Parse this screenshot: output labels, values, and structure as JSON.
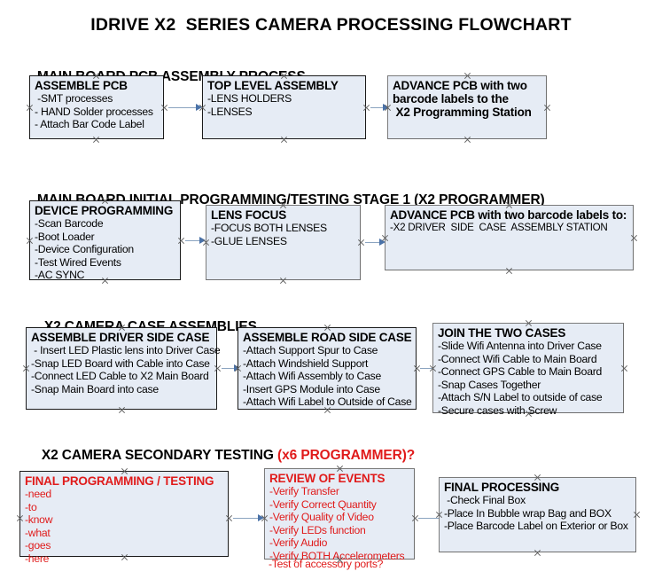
{
  "title": "IDRIVE X2  SERIES CAMERA PROCESSING FLOWCHART",
  "colors": {
    "box_fill": "#e6ecf5",
    "box_border": "#1a1a1a",
    "box_border_grey": "#7b7b7b",
    "arrow": "#8ba4c0",
    "arrow_head": "#4a72a8",
    "text": "#000000",
    "accent_red": "#e01b1b"
  },
  "sections": [
    {
      "heading": "MAIN BOARD PCB ASSEMBLY PROCESS",
      "heading_accent": "",
      "boxes": [
        {
          "title": "ASSEMBLE PCB",
          "lines": [
            " -SMT processes",
            "- HAND Solder processes",
            "- Attach Bar Code Label"
          ]
        },
        {
          "title": "TOP LEVEL ASSEMBLY",
          "lines": [
            "-LENS HOLDERS",
            "-LENSES"
          ]
        },
        {
          "title": "ADVANCE PCB with two",
          "lines": [
            "barcode labels to the",
            " X2 Programming Station"
          ]
        }
      ]
    },
    {
      "heading": "MAIN BOARD INITIAL PROGRAMMING/TESTING STAGE 1 (X2 PROGRAMMER)",
      "heading_accent": "",
      "boxes": [
        {
          "title": "DEVICE PROGRAMMING",
          "lines": [
            "-Scan Barcode",
            "-Boot Loader",
            "-Device Configuration",
            "-Test Wired Events",
            "-AC SYNC"
          ]
        },
        {
          "title": "LENS FOCUS",
          "lines": [
            "-FOCUS BOTH LENSES",
            "-GLUE LENSES"
          ]
        },
        {
          "title": "ADVANCE PCB with two barcode labels to:",
          "lines": [
            "-X2 DRIVER  SIDE  CASE  ASSEMBLY STATION"
          ]
        }
      ]
    },
    {
      "heading": "X2 CAMERA CASE ASSEMBLIES",
      "heading_accent": "",
      "boxes": [
        {
          "title": "ASSEMBLE DRIVER SIDE CASE",
          "lines": [
            " - Insert LED Plastic lens into Driver Case",
            "-Snap LED Board with Cable into Case",
            "-Connect LED Cable to X2 Main Board",
            "-Snap Main Board into case"
          ]
        },
        {
          "title": "ASSEMBLE ROAD SIDE CASE",
          "lines": [
            "-Attach Support Spur to Case",
            "-Attach Windshield Support",
            "-Attach Wifi Assembly to Case",
            "-Insert GPS Module into Case",
            "-Attach Wifi Label to Outside of Case"
          ]
        },
        {
          "title": "JOIN THE TWO CASES",
          "lines": [
            "-Slide Wifi Antenna into Driver Case",
            "-Connect Wifi Cable to Main Board",
            "-Connect GPS Cable to Main Board",
            "-Snap Cases Together",
            "-Attach S/N Label to outside of case",
            "-Secure cases with Screw"
          ]
        }
      ]
    },
    {
      "heading": "X2 CAMERA SECONDARY TESTING ",
      "heading_accent": "(x6 PROGRAMMER)?",
      "boxes": [
        {
          "title": "FINAL PROGRAMMING / TESTING",
          "lines": [
            "-need",
            "-to",
            "-know",
            "-what",
            "-goes",
            "-here"
          ]
        },
        {
          "title": "REVIEW OF EVENTS",
          "lines": [
            "-Verify Transfer",
            "-Verify Correct Quantity",
            "-Verify Quality of Video",
            "-Verify LEDs function",
            "-Verify Audio",
            "-Verify BOTH Accelerometers"
          ],
          "overflow_line": "-Test of accessory ports?"
        },
        {
          "title": "FINAL PROCESSING",
          "lines": [
            " -Check Final Box",
            "-Place In Bubble wrap Bag and BOX",
            "-Place Barcode Label on Exterior or Box"
          ]
        }
      ]
    }
  ]
}
